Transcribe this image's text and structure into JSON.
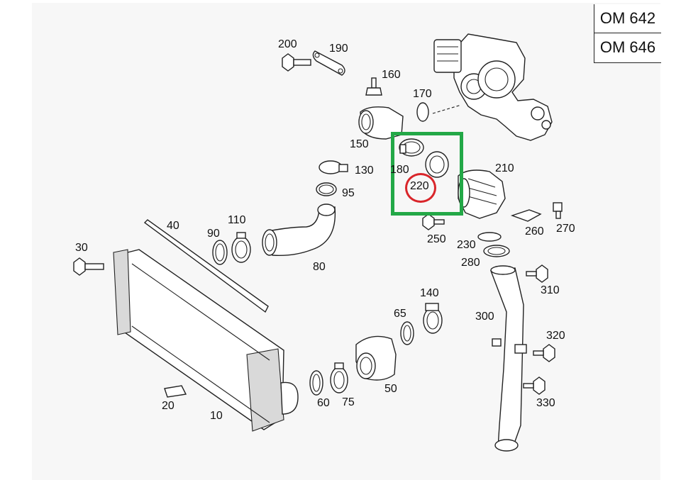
{
  "variants": [
    "OM 642",
    "OM 646"
  ],
  "highlight": {
    "box_color": "#23a847",
    "circle_color": "#d9252a",
    "highlighted_part": "220"
  },
  "labels": {
    "p10": "10",
    "p20": "20",
    "p30": "30",
    "p40": "40",
    "p50": "50",
    "p60": "60",
    "p65": "65",
    "p75": "75",
    "p80": "80",
    "p90": "90",
    "p95": "95",
    "p110": "110",
    "p130": "130",
    "p140": "140",
    "p150": "150",
    "p160": "160",
    "p170": "170",
    "p180": "180",
    "p190": "190",
    "p200": "200",
    "p210": "210",
    "p220": "220",
    "p230": "230",
    "p250": "250",
    "p260": "260",
    "p270": "270",
    "p280": "280",
    "p300": "300",
    "p310": "310",
    "p320": "320",
    "p330": "330"
  }
}
